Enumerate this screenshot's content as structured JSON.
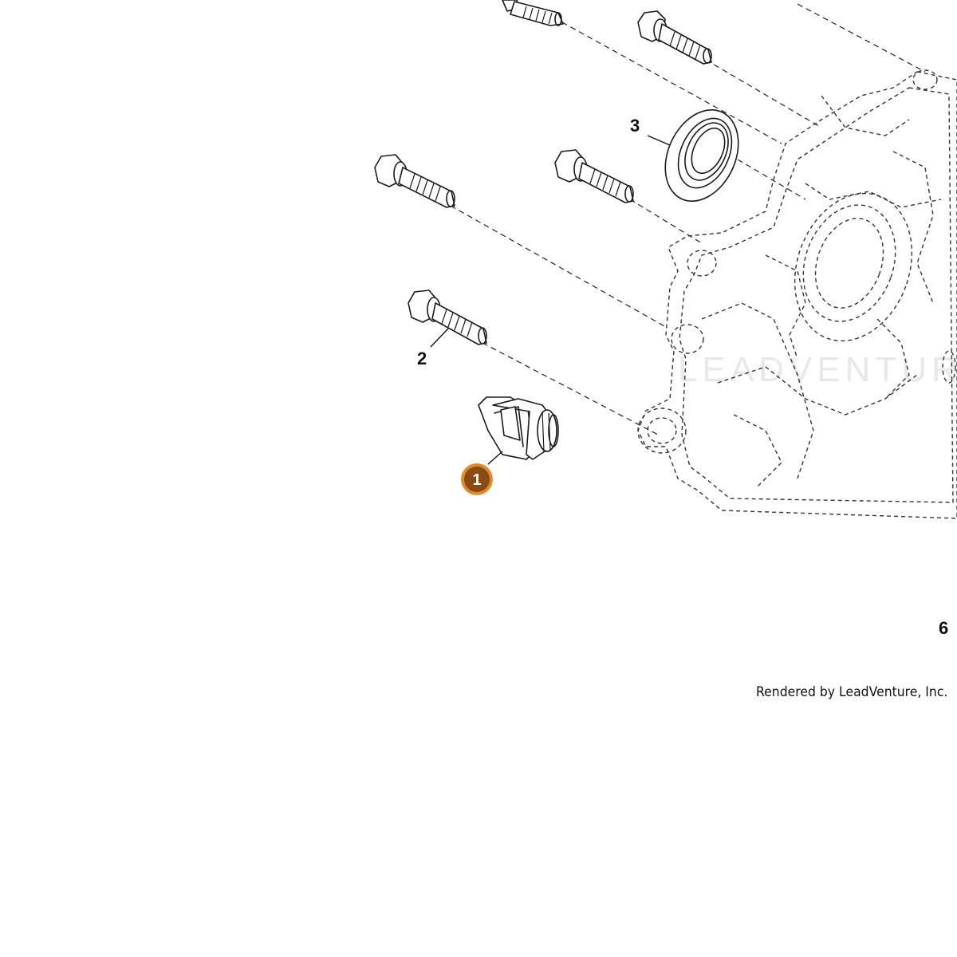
{
  "diagram": {
    "callouts": {
      "part1": "1",
      "part2": "2",
      "part3": "3",
      "part6": "6"
    },
    "highlight_color": "#8a4a12",
    "highlight_ring_color": "#e08a2e",
    "watermark": "LEADVENTURE",
    "credit": "Rendered by LeadVenture, Inc."
  }
}
